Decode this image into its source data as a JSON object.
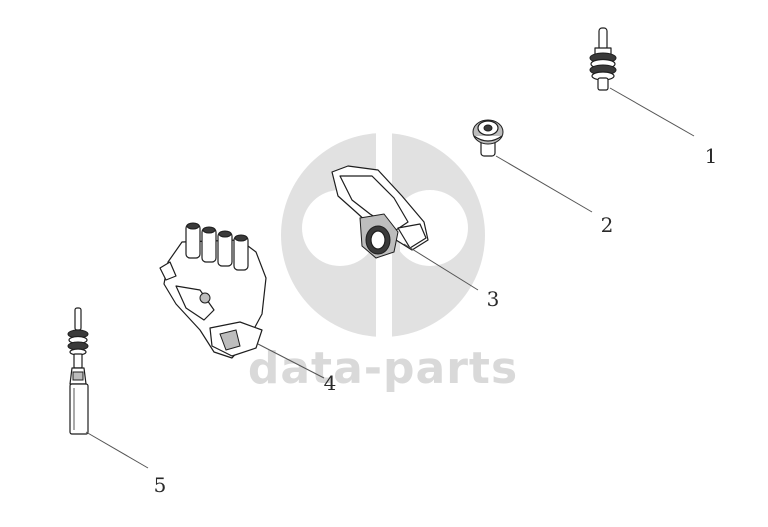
{
  "watermark": {
    "brand_text": "data-parts",
    "logo_icon": "dp-logo-icon",
    "color": "#d9d9d9"
  },
  "callouts": [
    {
      "id": "1",
      "label": "1"
    },
    {
      "id": "2",
      "label": "2"
    },
    {
      "id": "3",
      "label": "3"
    },
    {
      "id": "4",
      "label": "4"
    },
    {
      "id": "5",
      "label": "5"
    }
  ],
  "colors": {
    "line": "#1e1e1e",
    "background": "#ffffff"
  }
}
